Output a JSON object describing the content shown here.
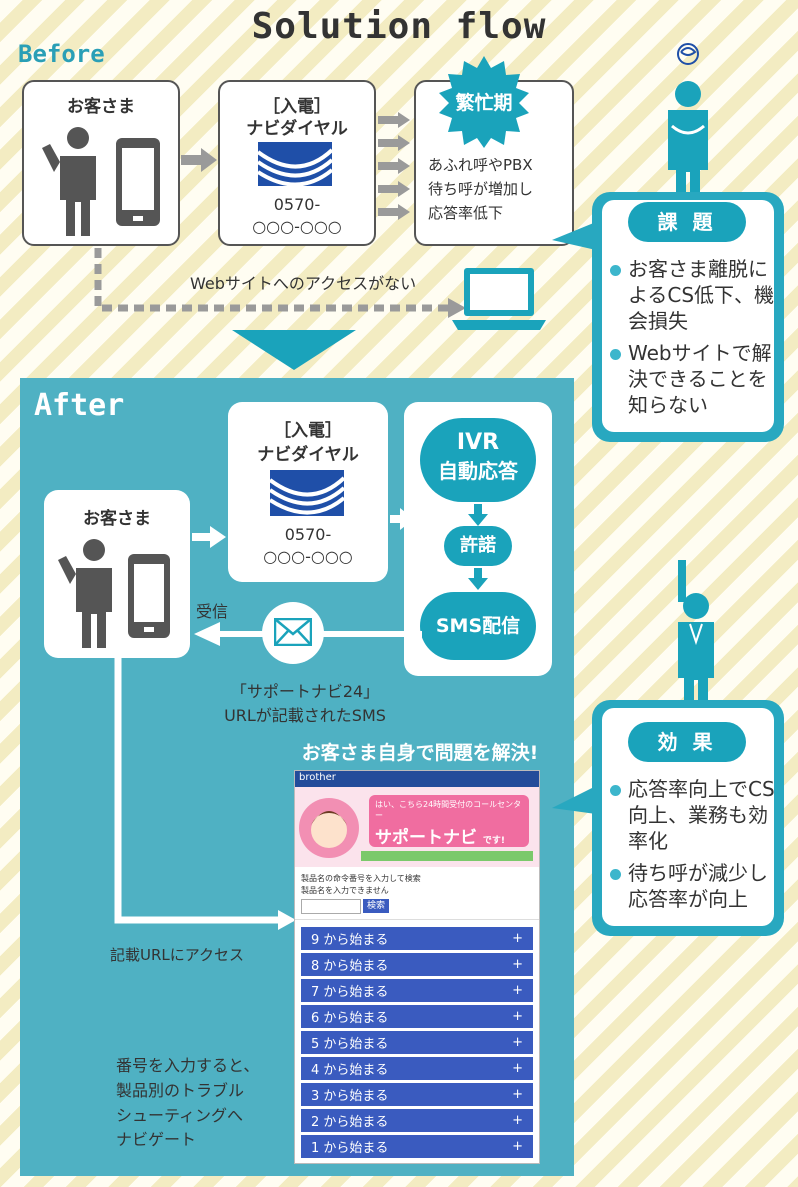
{
  "title": "Solution flow",
  "before": {
    "heading": "Before",
    "customer_label": "お客さま",
    "navi_title_1": "［入電］",
    "navi_title_2": "ナビダイヤル",
    "navi_number_1": "0570-",
    "navi_number_2": "○○○-○○○",
    "busy_badge": "繁忙期",
    "busy_text_1": "あふれ呼やPBX",
    "busy_text_2": "待ち呼が増加し",
    "busy_text_3": "応答率低下",
    "no_access": "Webサイトへのアクセスがない"
  },
  "issue": {
    "title": "課 題",
    "items": [
      "お客さま離脱によるCS低下、機会損失",
      "Webサイトで解決できることを知らない"
    ]
  },
  "after": {
    "heading": "After",
    "customer_label": "お客さま",
    "navi_title_1": "［入電］",
    "navi_title_2": "ナビダイヤル",
    "navi_number_1": "0570-",
    "navi_number_2": "○○○-○○○",
    "ivr_1": "IVR",
    "ivr_2": "自動応答",
    "permit": "許諾",
    "sms": "SMS配信",
    "received": "受信",
    "sms_desc_1": "「サポートナビ24」",
    "sms_desc_2": "URLが記載されたSMS",
    "self_solve": "お客さま自身で問題を解決!",
    "access_url": "記載URLにアクセス",
    "guide_1": "番号を入力すると、",
    "guide_2": "製品別のトラブル",
    "guide_3": "シューティングへ",
    "guide_4": "ナビゲート"
  },
  "effect": {
    "title": "効 果",
    "items": [
      "応答率向上でCS向上、業務も効率化",
      "待ち呼が減少し応答率が向上"
    ]
  },
  "site": {
    "logo": "brother",
    "banner_small": "はい、こちら24時間受付のコールセンター",
    "banner_big": "サポートナビ",
    "banner_suffix": "です!",
    "input_hint_1": "製品名の命令番号を入力して検索",
    "input_hint_2": "製品名を入力できません",
    "search_btn": "検索",
    "rows": [
      "9 から始まる",
      "8 から始まる",
      "7 から始まる",
      "6 から始まる",
      "5 から始まる",
      "4 から始まる",
      "3 から始まる",
      "2 から始まる",
      "1 から始まる"
    ],
    "plus": "+"
  },
  "colors": {
    "accent": "#1aa3bb",
    "after_bg": "#4fb1c3",
    "button_blue": "#3a5bbf"
  }
}
